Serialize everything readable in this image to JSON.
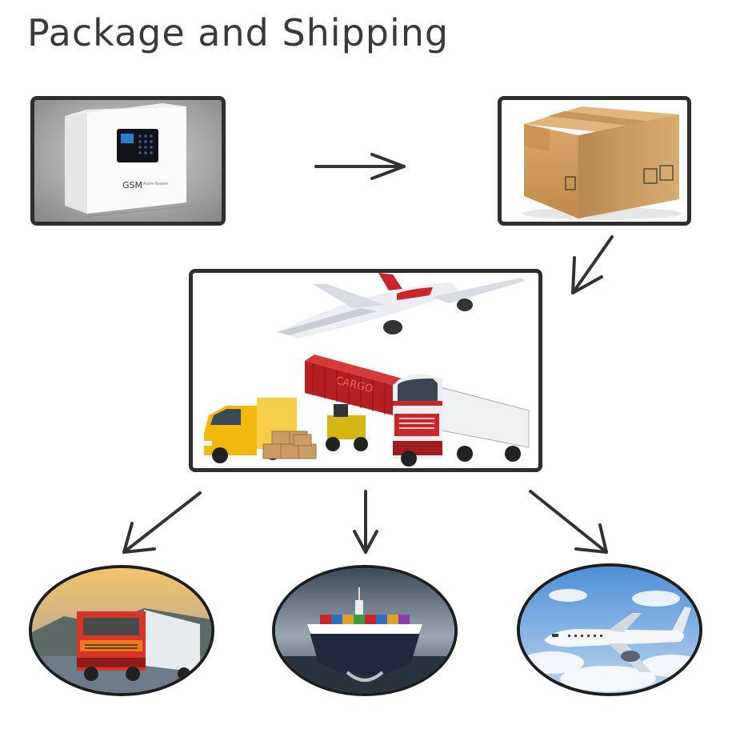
{
  "title": "Package and Shipping",
  "product_box": {
    "label": "GSM",
    "sublabel": "Alarm System"
  },
  "cargo_scene": {
    "container_text": "CARGO"
  },
  "steps": [
    {
      "name": "product-box",
      "icon": "gsm-alarm-box-icon"
    },
    {
      "name": "cardboard-box",
      "icon": "cardboard-box-icon"
    },
    {
      "name": "logistics",
      "icon": "cargo-logistics-icon"
    },
    {
      "name": "road-transport",
      "icon": "truck-icon"
    },
    {
      "name": "sea-transport",
      "icon": "cargo-ship-icon"
    },
    {
      "name": "air-transport",
      "icon": "airplane-icon"
    }
  ],
  "colors": {
    "frame": "#2e2e2e",
    "arrow": "#333333",
    "truck_red": "#c8262a",
    "van_yellow": "#f2b90c"
  }
}
